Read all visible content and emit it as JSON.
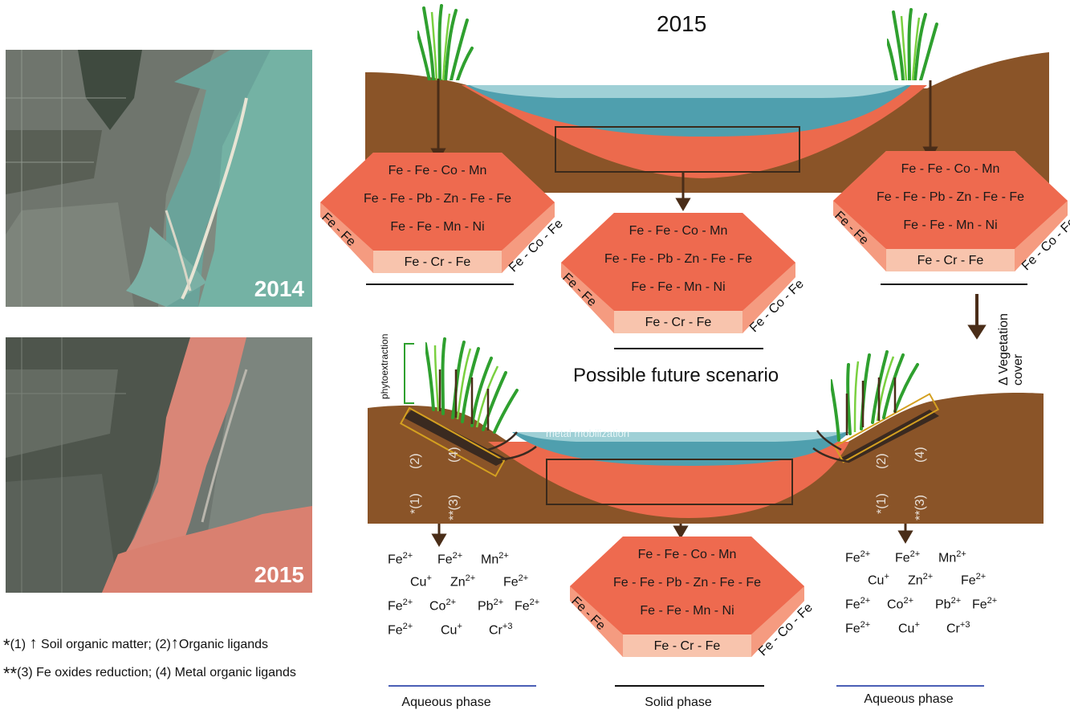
{
  "photos": [
    {
      "year": "2014"
    },
    {
      "year": "2015"
    }
  ],
  "top_title": "2015",
  "future_title": "Possible future scenario",
  "phytoextraction_label": "phytoextraction",
  "metal_mobilization_label": "metal mobilization",
  "vegetation_label": "Δ Vegetation cover",
  "hexagon": {
    "rows": [
      "Fe - Fe - Co - Mn",
      "Fe - Fe - Pb - Zn - Fe - Fe",
      "Fe - Fe - Mn - Ni"
    ],
    "bottom": "Fe - Cr - Fe",
    "left_side": "Fe - Fe",
    "right_side": "Fe - Co - Fe"
  },
  "process_labels": {
    "a": "*(1)",
    "b": "(2)",
    "c": "**(3)",
    "d": "(4)"
  },
  "ions": [
    {
      "el": "Fe",
      "ch": "2+"
    },
    {
      "el": "Fe",
      "ch": "2+"
    },
    {
      "el": "Mn",
      "ch": "2+"
    },
    {
      "el": "Cu",
      "ch": "+"
    },
    {
      "el": "Zn",
      "ch": "2+"
    },
    {
      "el": "Fe",
      "ch": "2+"
    },
    {
      "el": "Fe",
      "ch": "2+"
    },
    {
      "el": "Co",
      "ch": "2+"
    },
    {
      "el": "Pb",
      "ch": "2+"
    },
    {
      "el": "Fe",
      "ch": "2+"
    },
    {
      "el": "Fe",
      "ch": "2+"
    },
    {
      "el": "Cu",
      "ch": "+"
    },
    {
      "el": "Cr",
      "ch": "+3"
    }
  ],
  "phases": {
    "aqueous_left": "Aqueous phase",
    "solid": "Solid phase",
    "aqueous_right": "Aqueous phase"
  },
  "legend": {
    "line1_star": "*",
    "line1_a": "(1)",
    "line1_b": "Soil organic matter; (2)",
    "line1_c": "Organic ligands",
    "line2_star": "**",
    "line2": "(3) Fe oxides reduction; (4) Metal organic ligands"
  },
  "colors": {
    "soil": "#8a5428",
    "red_sediment": "#ec6a4d",
    "water": "#4f9fae",
    "hex_top": "#ee6a4f",
    "hex_side": "#f59b80",
    "hex_bottom": "#f8c4ad",
    "arrow": "#4a2d18",
    "phase_line_blue": "#4a5fb5"
  }
}
